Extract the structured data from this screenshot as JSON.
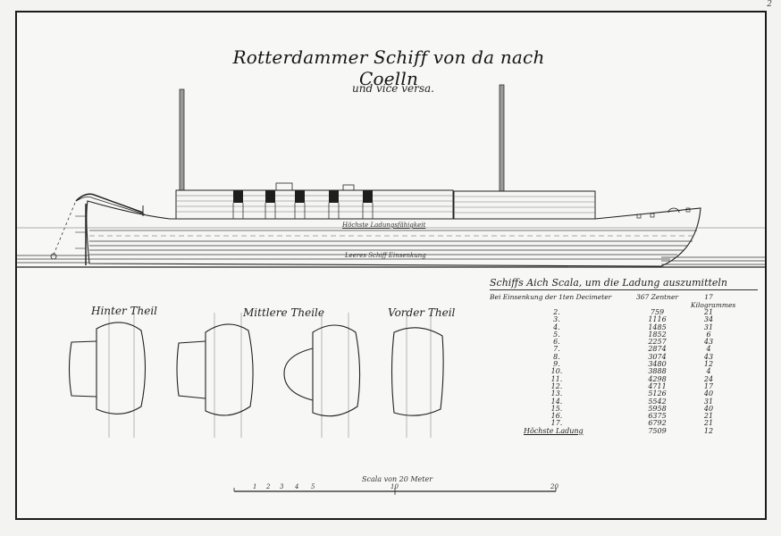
{
  "plate": {
    "number": "2",
    "title": "Rotterdammer Schiff von da nach Coelln",
    "subtitle": "und vice versa."
  },
  "elevation": {
    "waterline_label": "Höchste Ladungsfähigkeit",
    "keel_label": "Leeres Schiff Einsenkung"
  },
  "sections": [
    {
      "label": "Hinter Theil"
    },
    {
      "label": "Mittlere Theile"
    },
    {
      "label": "Vorder Theil"
    }
  ],
  "table": {
    "title": "Schiffs Aich Scala, um die Ladung auszumitteln",
    "columns": [
      "Bei Einsenkung der 1ten Decimeter",
      "367 Zentner",
      "17 Kilogrammes"
    ],
    "rows": [
      {
        "depth": "2.",
        "zentner": "759",
        "kg": "21"
      },
      {
        "depth": "3.",
        "zentner": "1116",
        "kg": "34"
      },
      {
        "depth": "4.",
        "zentner": "1485",
        "kg": "31"
      },
      {
        "depth": "5.",
        "zentner": "1852",
        "kg": "6"
      },
      {
        "depth": "6.",
        "zentner": "2257",
        "kg": "43"
      },
      {
        "depth": "7.",
        "zentner": "2874",
        "kg": "4"
      },
      {
        "depth": "8.",
        "zentner": "3074",
        "kg": "43"
      },
      {
        "depth": "9.",
        "zentner": "3480",
        "kg": "12"
      },
      {
        "depth": "10.",
        "zentner": "3888",
        "kg": "4"
      },
      {
        "depth": "11.",
        "zentner": "4298",
        "kg": "24"
      },
      {
        "depth": "12.",
        "zentner": "4711",
        "kg": "17"
      },
      {
        "depth": "13.",
        "zentner": "5126",
        "kg": "40"
      },
      {
        "depth": "14.",
        "zentner": "5542",
        "kg": "31"
      },
      {
        "depth": "15.",
        "zentner": "5958",
        "kg": "40"
      },
      {
        "depth": "16.",
        "zentner": "6375",
        "kg": "21"
      },
      {
        "depth": "17.",
        "zentner": "6792",
        "kg": "21"
      },
      {
        "depth": "Höchste Ladung",
        "zentner": "7509",
        "kg": "12"
      }
    ]
  },
  "scale_bar": {
    "label": "Scala von 20 Meter",
    "ticks": [
      "1",
      "2",
      "3",
      "4",
      "5"
    ],
    "mid": "10",
    "end": "20"
  },
  "colors": {
    "paper": "#f3f3f1",
    "ink": "#1a1a1a",
    "hatch": "#3a3a3a",
    "window": "#1e1e1e"
  }
}
